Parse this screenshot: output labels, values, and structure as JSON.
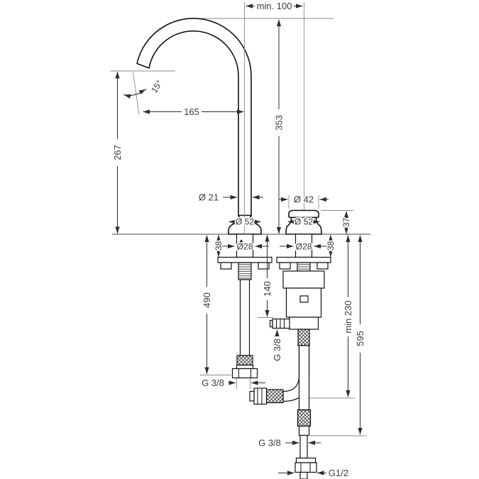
{
  "drawing": {
    "title": "basin mixer installation dimensions",
    "units": "mm",
    "colors": {
      "outline": "#111111",
      "dimension": "#2e2e2e",
      "reference": "#8a8a8a",
      "background": "#ffffff"
    },
    "dimensions": {
      "min_clearance_top": "min. 100",
      "spout_angle": "15°",
      "spout_reach": "165",
      "outlet_height": "267",
      "total_height": "353",
      "spout_pipe_diameter": "Ø 21",
      "handle_diameter": "Ø 42",
      "spout_base_diameter": "Ø 52",
      "handle_base_diameter": "Ø 52",
      "spout_shaft_diameter": "Ø28",
      "valve_shaft_diameter": "Ø28",
      "spout_deck_section": "38",
      "valve_deck_section": "38",
      "handle_height_above_deck": "37",
      "side_outlet_depth": "140",
      "spout_hose_length": "490",
      "min_installation_depth": "min 230",
      "supply_hose_length": "595",
      "spout_hose_thread": "G 3/8",
      "side_outlet_thread": "G 3/8",
      "supply_hose_thread": "G 3/8",
      "union_nut_thread": "G1/2"
    }
  }
}
